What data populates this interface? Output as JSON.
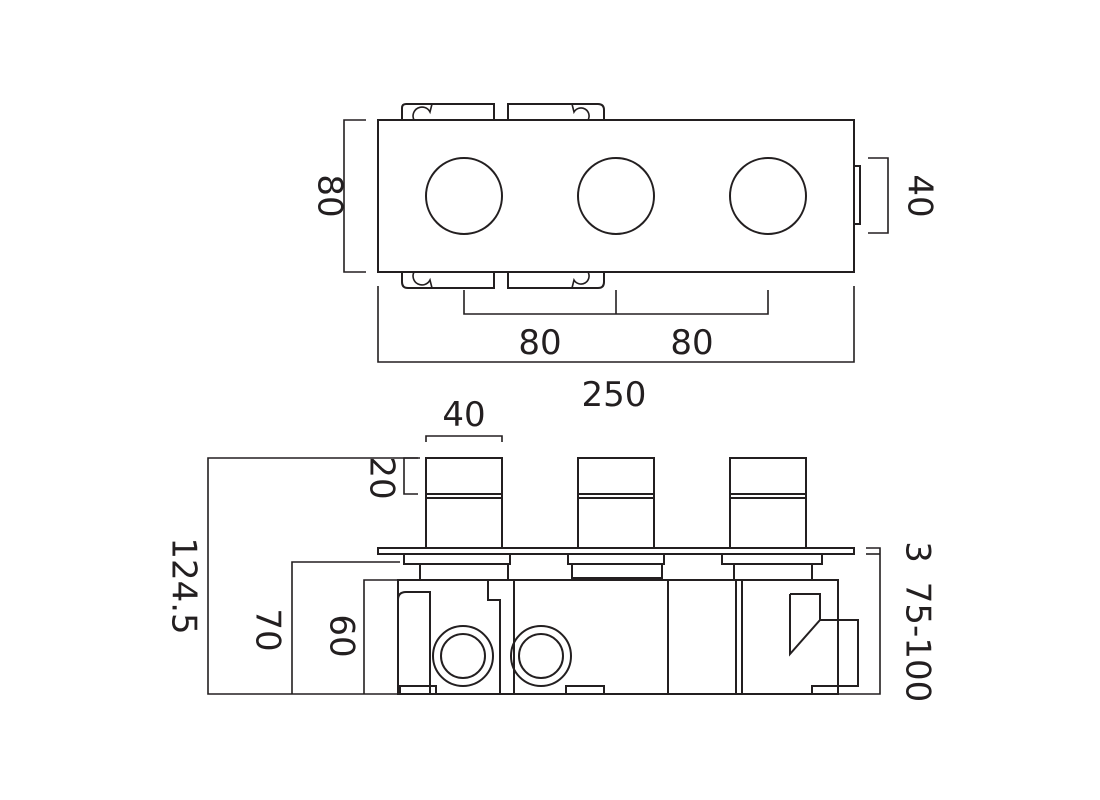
{
  "drawing": {
    "colors": {
      "line": "#231f20",
      "background": "#ffffff"
    },
    "front_view": {
      "height_label": "80",
      "depth_label": "40",
      "spacing_left_label": "80",
      "spacing_right_label": "80",
      "width_label": "250"
    },
    "side_view": {
      "handle_width_label": "40",
      "handle_cap_label": "20",
      "overall_depth_label": "124.5",
      "depth_70_label": "70",
      "depth_60_label": "60",
      "plate_label": "3",
      "adjust_label": "75-100"
    }
  }
}
